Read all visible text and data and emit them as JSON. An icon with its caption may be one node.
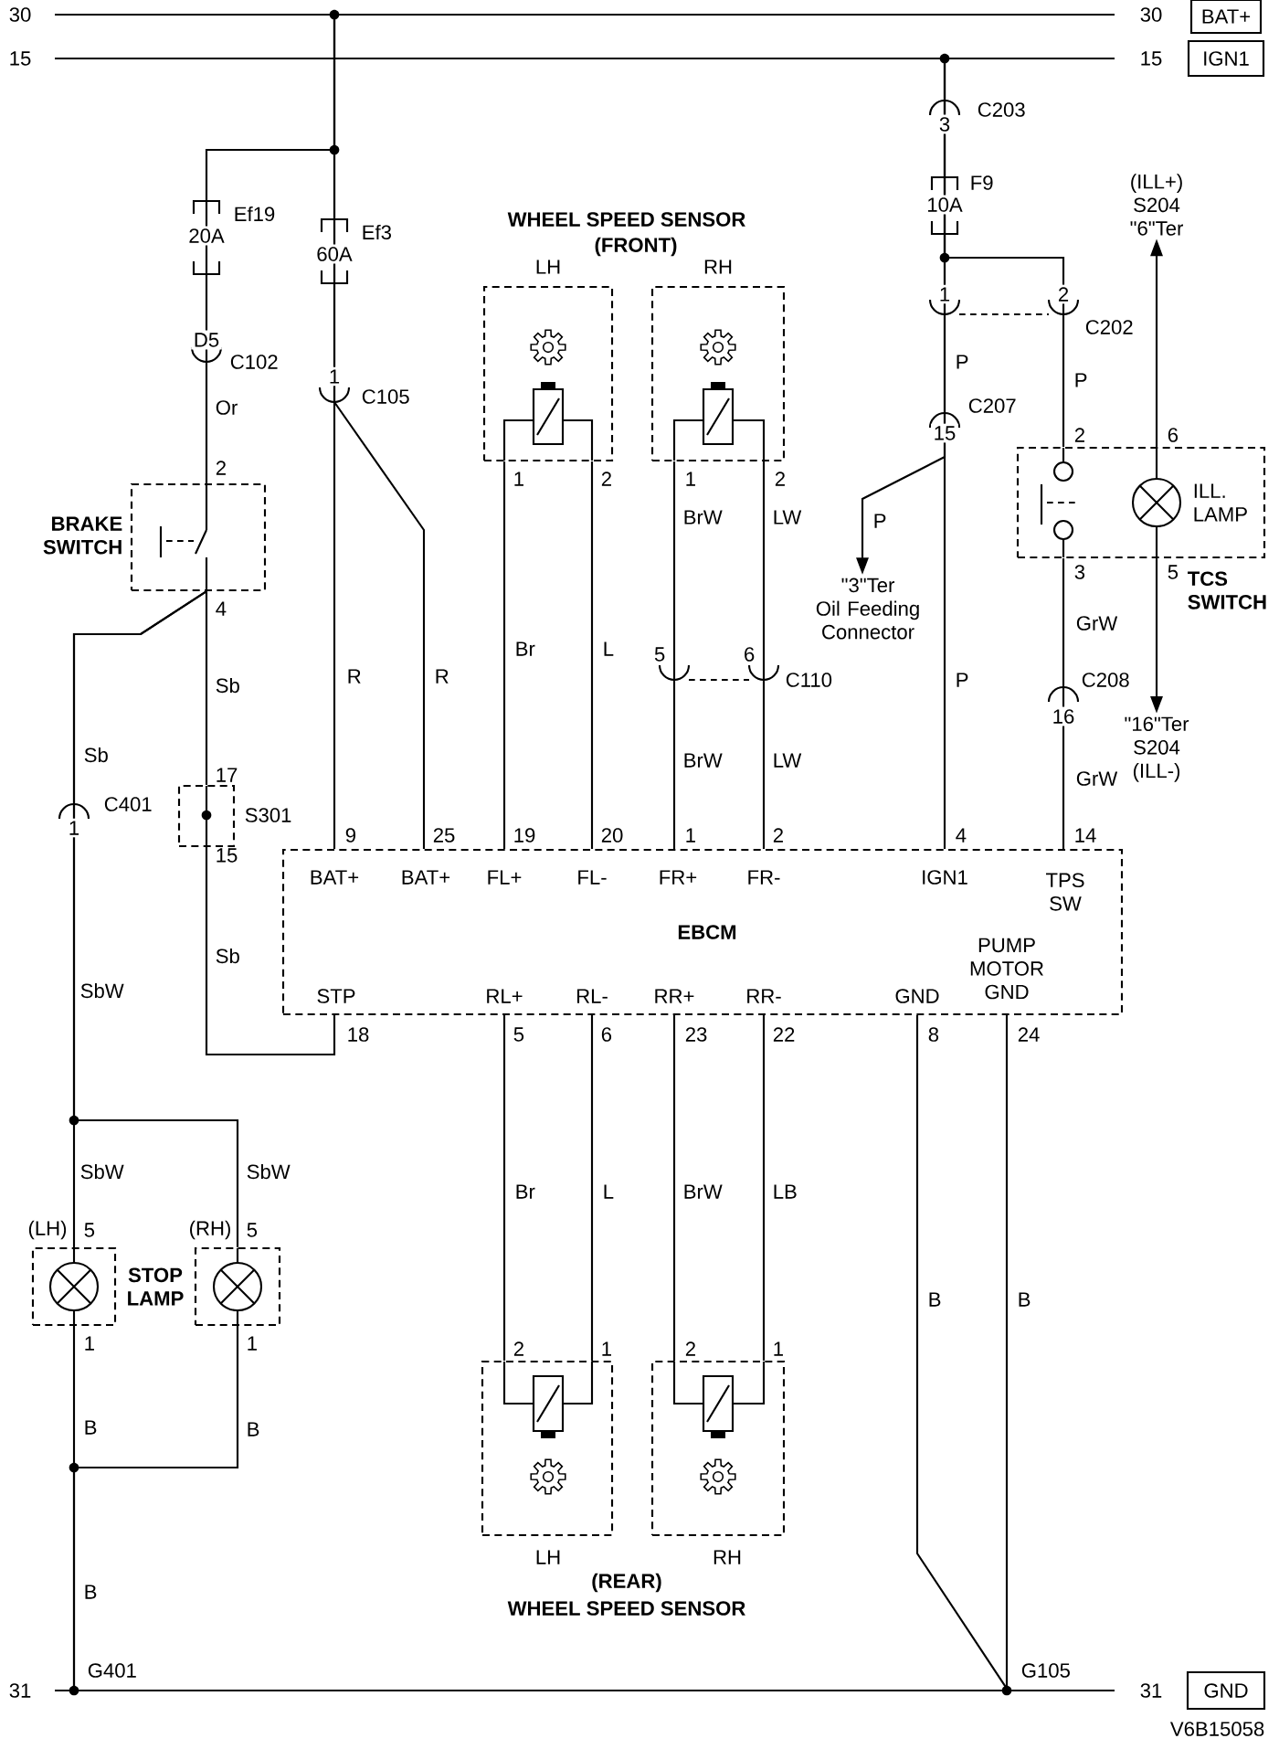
{
  "diagram": {
    "nodes": [
      {
        "text": [],
        "shape": "bar"
      },
      {
        "text": [
          "BAT+"
        ]
      },
      {
        "text": [],
        "shape": "bar"
      },
      {
        "text": [
          "IGN1"
        ]
      },
      {
        "text": [
          "(ILL+) S204 \"6\"Ter"
        ]
      },
      {
        "text": [
          "LH"
        ]
      },
      {
        "text": [
          "RH"
        ]
      },
      {
        "text": [
          "ILL. LAMP",
          "TCS SWITCH"
        ]
      },
      {
        "text": [
          "BRAKE SWITCH"
        ]
      },
      {
        "text": [
          "\"3\"Ter",
          "Oil Feeding Connector"
        ]
      },
      {
        "text": [
          "\"16\"Ter S204 (ILL-)"
        ]
      },
      {
        "text": [
          "S301"
        ]
      },
      {
        "text": [
          "EBCM"
        ]
      },
      {
        "text": [
          "(LH)"
        ]
      },
      {
        "text": [
          "(RH)"
        ]
      },
      {
        "text": [
          "LH"
        ]
      },
      {
        "text": [
          "RH"
        ]
      },
      {
        "text": [],
        "shape": "bar"
      },
      {
        "text": [
          "GND"
        ]
      }
    ],
    "edges": [
      {
        "from": 0,
        "to": 8,
        "arrow": "none",
        "label": "Or"
      },
      {
        "from": 0,
        "to": 12,
        "arrow": "none",
        "label": "R"
      },
      {
        "from": 0,
        "to": 12,
        "arrow": "none",
        "label": "R"
      },
      {
        "from": 2,
        "to": 12,
        "arrow": "none",
        "label": "P"
      },
      {
        "from": 2,
        "to": 7,
        "arrow": "none",
        "label": "P"
      },
      {
        "from": 2,
        "to": 9,
        "arrow": "to",
        "label": "P"
      },
      {
        "from": 5,
        "to": 12,
        "arrow": "none",
        "label": "Br"
      },
      {
        "from": 5,
        "to": 12,
        "arrow": "none",
        "label": "L"
      },
      {
        "from": 6,
        "to": 12,
        "arrow": "none",
        "label": "BrW"
      },
      {
        "from": 6,
        "to": 12,
        "arrow": "none",
        "label": "LW"
      },
      {
        "from": 8,
        "to": 11,
        "arrow": "none",
        "label": "Sb"
      },
      {
        "from": 11,
        "to": 12,
        "arrow": "none",
        "label": "Sb"
      },
      {
        "from": 8,
        "to": 13,
        "arrow": "none",
        "label": "Sb"
      },
      {
        "from": 8,
        "to": 14,
        "arrow": "none",
        "label": "SbW"
      },
      {
        "from": 7,
        "to": 12,
        "arrow": "none",
        "label": "GrW"
      },
      {
        "from": 7,
        "to": 4,
        "arrow": "to"
      },
      {
        "from": 7,
        "to": 10,
        "arrow": "to"
      },
      {
        "from": 12,
        "to": 15,
        "arrow": "none",
        "label": "Br"
      },
      {
        "from": 12,
        "to": 15,
        "arrow": "none",
        "label": "L"
      },
      {
        "from": 12,
        "to": 16,
        "arrow": "none",
        "label": "BrW"
      },
      {
        "from": 12,
        "to": 16,
        "arrow": "none",
        "label": "LB"
      },
      {
        "from": 12,
        "to": 17,
        "arrow": "none",
        "label": "B"
      },
      {
        "from": 12,
        "to": 17,
        "arrow": "none",
        "label": "B"
      },
      {
        "from": 13,
        "to": 17,
        "arrow": "none",
        "label": "B"
      },
      {
        "from": 14,
        "to": 17,
        "arrow": "none",
        "label": "B"
      }
    ],
    "labels": [
      "30",
      "30",
      "15",
      "15",
      "C203",
      "3",
      "F9",
      "Ef19",
      "WHEEL SPEED SENSOR",
      "10A",
      "20A",
      "60A",
      "Ef3",
      "(FRONT)",
      "1",
      "2",
      "D5",
      "C202",
      "C102",
      "1",
      "C105",
      "C207",
      "15",
      "2",
      "6",
      "2",
      "1",
      "2",
      "1",
      "2",
      "3",
      "5",
      "4",
      "5",
      "6",
      "C110",
      "P",
      "C208",
      "16",
      "17",
      "BrW",
      "LW",
      "GrW",
      "C401",
      "1",
      "9",
      "25",
      "19",
      "20",
      "1",
      "2",
      "4",
      "14",
      "15",
      "BAT+",
      "BAT+",
      "FL+",
      "FL-",
      "FR+",
      "FR-",
      "IGN1",
      "TPS SW",
      "SbW",
      "STP",
      "RL+",
      "RL-",
      "RR+",
      "RR-",
      "GND",
      "PUMP MOTOR GND",
      "18",
      "5",
      "6",
      "23",
      "22",
      "8",
      "24",
      "SbW",
      "5",
      "5",
      "STOP LAMP",
      "1",
      "1",
      "2",
      "1",
      "2",
      "1",
      "B",
      "(REAR)",
      "WHEEL SPEED SENSOR",
      "G401",
      "G105",
      "31",
      "31",
      "V6B15058"
    ]
  }
}
